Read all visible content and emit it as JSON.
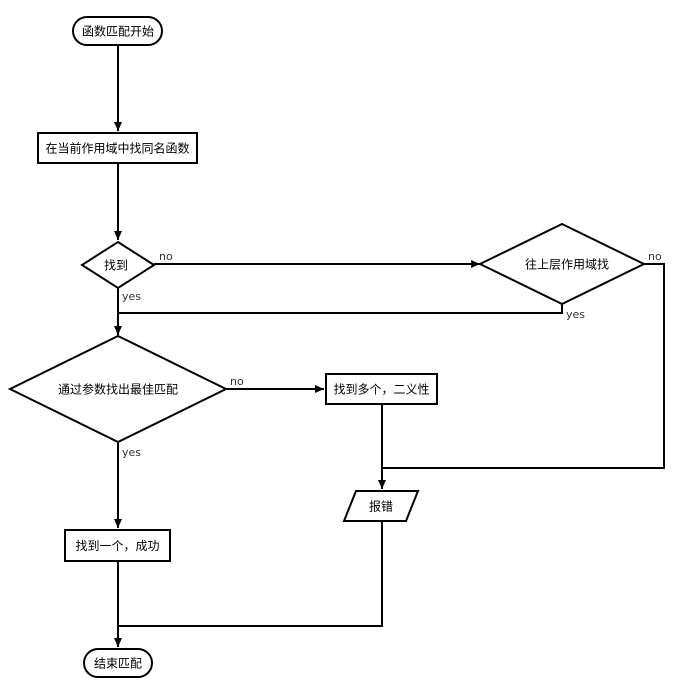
{
  "diagram": {
    "nodes": {
      "start": "函数匹配开始",
      "search_current": "在当前作用域中找同名函数",
      "found_decision": "找到",
      "search_outer": "往上层作用域找",
      "best_match_decision": "通过参数找出最佳匹配",
      "ambiguous": "找到多个，二义性",
      "error": "报错",
      "success": "找到一个，成功",
      "end": "结束匹配"
    },
    "labels": {
      "found_no": "no",
      "found_yes": "yes",
      "outer_no": "no",
      "outer_yes": "yes",
      "best_no": "no",
      "best_yes": "yes"
    },
    "colors": {
      "stroke": "#000000",
      "fill": "#ffffff",
      "label": "#333333"
    }
  }
}
